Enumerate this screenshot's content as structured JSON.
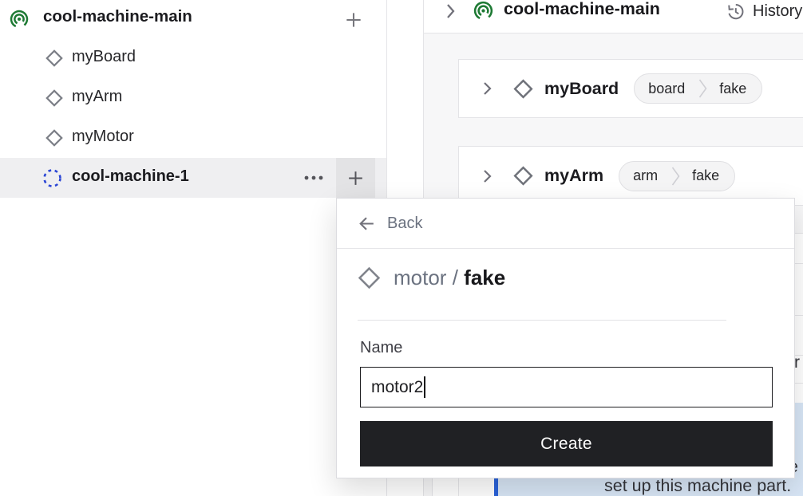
{
  "sidebar": {
    "machine_label": "cool-machine-main",
    "items": [
      "myBoard",
      "myArm",
      "myMotor"
    ],
    "selected": {
      "label": "cool-machine-1"
    }
  },
  "main": {
    "header": {
      "title": "cool-machine-main",
      "history_label": "History"
    },
    "cards": [
      {
        "title": "myBoard",
        "badge_type": "board",
        "badge_model": "fake"
      },
      {
        "title": "myArm",
        "badge_type": "arm",
        "badge_model": "fake"
      }
    ],
    "callout": {
      "visible_line": "set up this machine part.",
      "fragment_right_middle": "r",
      "fragment_right_lower": "e"
    }
  },
  "modal": {
    "back_label": "Back",
    "type_label": "motor",
    "separator": "/",
    "model_label": "fake",
    "name_label": "Name",
    "name_value": "motor2",
    "create_label": "Create"
  },
  "icons": {
    "machine-live-icon": "green concentric broadcast rings",
    "component-diamond-icon": "gray outlined diamond",
    "pending-circle-icon": "blue dashed circle",
    "add-icon": "plus",
    "more-icon": "horizontal ellipsis",
    "history-icon": "clock with undo arrow",
    "back-arrow-icon": "left arrow",
    "chevron-right-icon": "right chevron"
  },
  "colors": {
    "accent_green": "#1e7a34",
    "pending_blue": "#2b46d5",
    "callout_bar_blue": "#2a62d9",
    "callout_bg": "#d8e6f6",
    "create_button_bg": "#202124",
    "selected_row_bg": "#efeff1"
  }
}
